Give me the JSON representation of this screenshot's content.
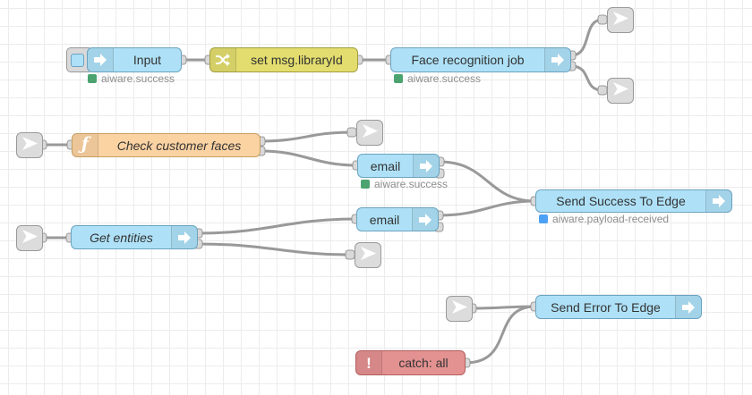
{
  "app": {
    "name": "node-red-flow-editor"
  },
  "colors": {
    "status_green": "#4ba36f",
    "status_blue": "#4da1f5",
    "node_blue": "#aee1f7",
    "node_change": "#e2dd6e",
    "node_function": "#fbd2a2",
    "node_catch": "#e49191",
    "node_link": "#dcdcdc",
    "wire": "#999999"
  },
  "nodes": {
    "input": {
      "label": "Input",
      "status": "aiware.success"
    },
    "set_library": {
      "label": "set msg.libraryId"
    },
    "face_job": {
      "label": "Face recognition job",
      "status": "aiware.success"
    },
    "check_faces": {
      "label": "Check customer faces"
    },
    "email1": {
      "label": "email",
      "status": "aiware.success"
    },
    "get_entities": {
      "label": "Get entities"
    },
    "email2": {
      "label": "email"
    },
    "send_success": {
      "label": "Send Success To Edge",
      "status": "aiware.payload-received"
    },
    "send_error": {
      "label": "Send Error To Edge"
    },
    "catch_all": {
      "label": "catch: all"
    }
  },
  "icons": {
    "arrow": "arrow-right-icon",
    "link": "paper-plane-icon",
    "change": "shuffle-icon",
    "function": "function-f-icon",
    "catch": "exclamation-icon"
  }
}
